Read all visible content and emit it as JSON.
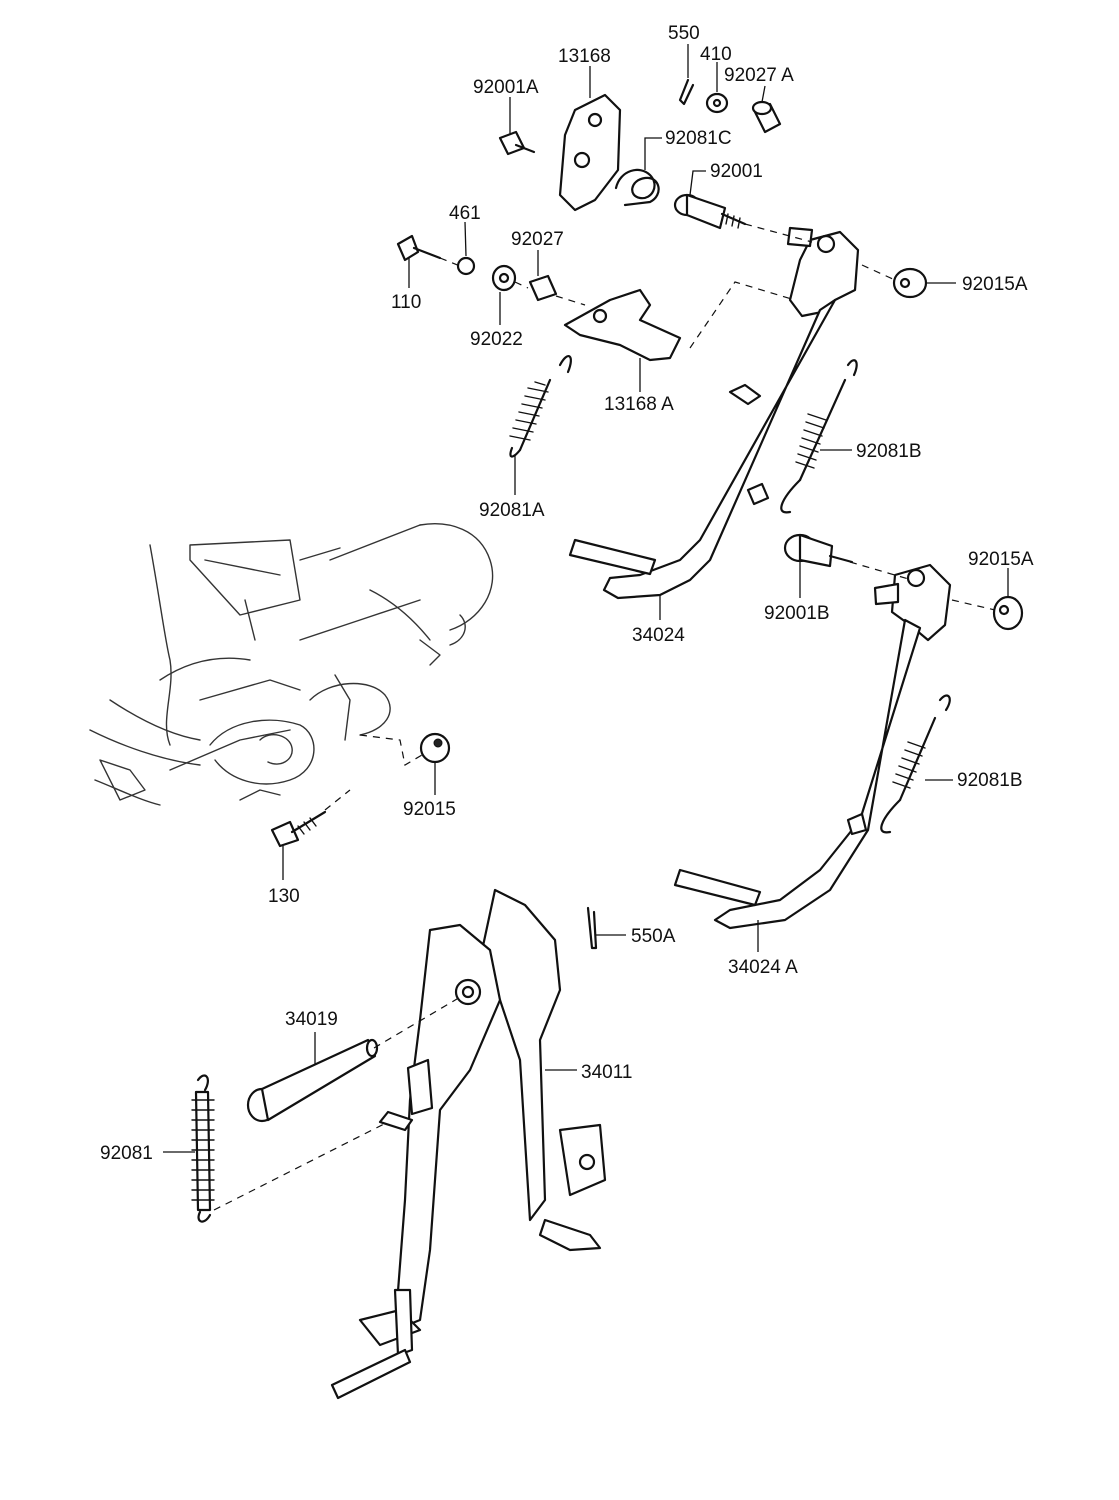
{
  "parts": {
    "p550": "550",
    "p410": "410",
    "p92027a": "92027 A",
    "p13168": "13168",
    "p92001a": "92001A",
    "p92081c": "92081C",
    "p92001": "92001",
    "p461": "461",
    "p92027": "92027",
    "p92015a_top": "92015A",
    "p110": "110",
    "p92022": "92022",
    "p13168a": "13168 A",
    "p92081b_top": "92081B",
    "p92081a": "92081A",
    "p92015a_mid": "92015A",
    "p34024": "34024",
    "p92001b": "92001B",
    "p92081b_mid": "92081B",
    "p92015": "92015",
    "p130": "130",
    "p550a": "550A",
    "p34024a": "34024 A",
    "p34019": "34019",
    "p34011": "34011",
    "p92081": "92081"
  }
}
